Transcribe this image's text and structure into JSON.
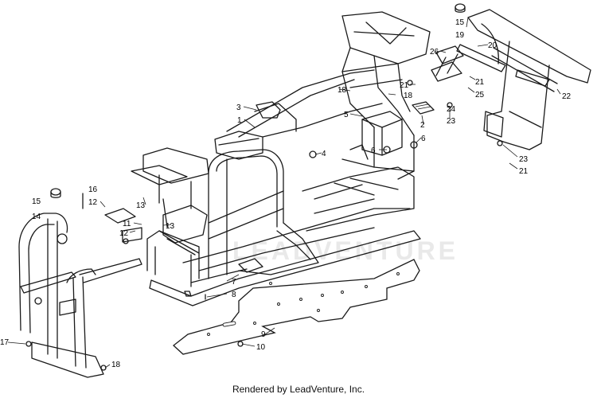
{
  "diagram": {
    "callouts": [
      {
        "id": "c15a",
        "text": "15"
      },
      {
        "id": "c19",
        "text": "19"
      },
      {
        "id": "c20",
        "text": "20"
      },
      {
        "id": "c26",
        "text": "26"
      },
      {
        "id": "c21a",
        "text": "21"
      },
      {
        "id": "c21b",
        "text": "21"
      },
      {
        "id": "c25",
        "text": "25"
      },
      {
        "id": "c22",
        "text": "22"
      },
      {
        "id": "c18a",
        "text": "18"
      },
      {
        "id": "c18b",
        "text": "18"
      },
      {
        "id": "c24",
        "text": "24"
      },
      {
        "id": "c23a",
        "text": "23"
      },
      {
        "id": "c3",
        "text": "3"
      },
      {
        "id": "c5",
        "text": "5"
      },
      {
        "id": "c2",
        "text": "2"
      },
      {
        "id": "c1",
        "text": "1"
      },
      {
        "id": "c6a",
        "text": "6"
      },
      {
        "id": "c6b",
        "text": "6"
      },
      {
        "id": "c4",
        "text": "4"
      },
      {
        "id": "c23b",
        "text": "23"
      },
      {
        "id": "c21c",
        "text": "21"
      },
      {
        "id": "c16",
        "text": "16"
      },
      {
        "id": "c15b",
        "text": "15"
      },
      {
        "id": "c12a",
        "text": "12"
      },
      {
        "id": "c13a",
        "text": "13"
      },
      {
        "id": "c14",
        "text": "14"
      },
      {
        "id": "c11",
        "text": "11"
      },
      {
        "id": "c13b",
        "text": "13"
      },
      {
        "id": "c12b",
        "text": "12"
      },
      {
        "id": "c7",
        "text": "7"
      },
      {
        "id": "c8",
        "text": "8"
      },
      {
        "id": "c9",
        "text": "9"
      },
      {
        "id": "c10",
        "text": "10"
      },
      {
        "id": "c17",
        "text": "17"
      },
      {
        "id": "c18c",
        "text": "18"
      }
    ]
  },
  "watermark": "LEADVENTURE",
  "footer": {
    "text": "Rendered by LeadVenture, Inc."
  }
}
